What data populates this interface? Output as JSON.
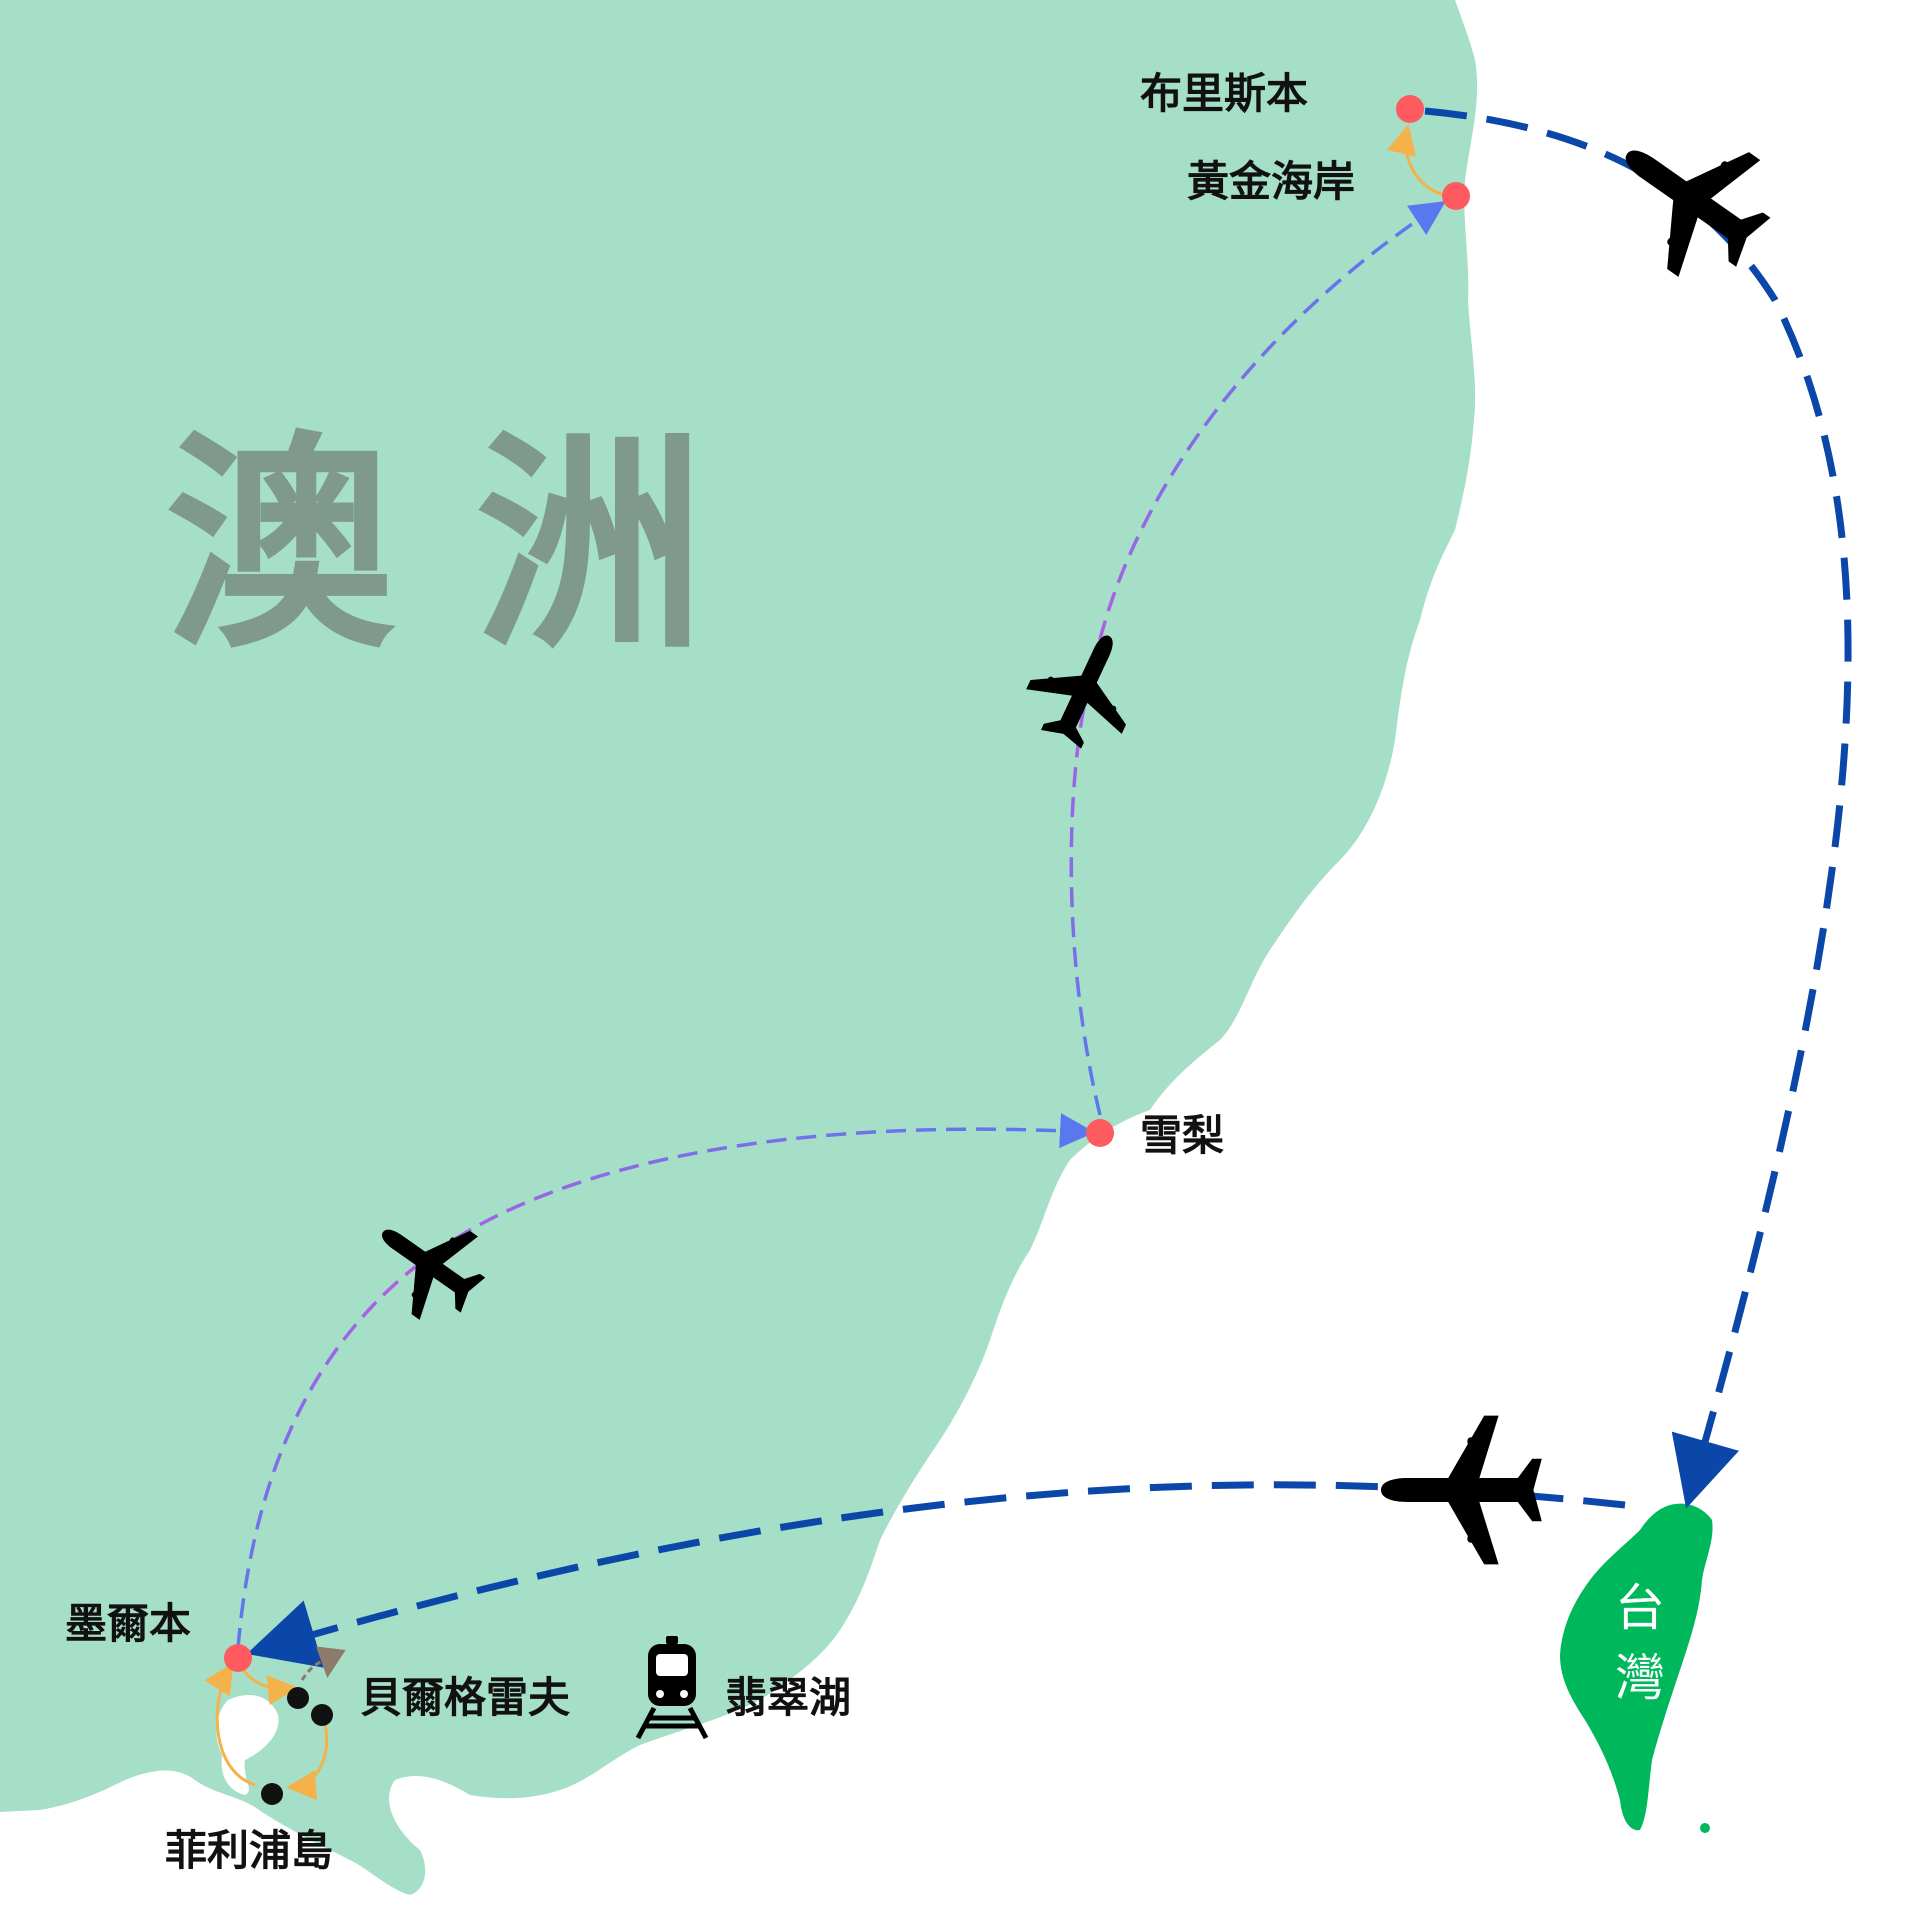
{
  "map": {
    "region_label": "澳 洲",
    "island_label_line1": "台",
    "island_label_line2": "灣",
    "colors": {
      "land": "#a6dfc8",
      "region_text": "#7f9a8c",
      "taiwan": "#00b85c",
      "major_route": "#0b47a8",
      "domestic_route_start": "#b060e0",
      "domestic_route_end": "#5a78ee",
      "local_route": "#f5b14a",
      "city_dot": "#ff5a5f",
      "stop_dot": "#111111"
    },
    "cities": {
      "brisbane": "布里斯本",
      "gold_coast": "黃金海岸",
      "sydney": "雪梨",
      "melbourne": "墨爾本",
      "belgrave": "貝爾格雷夫",
      "emerald_lake": "翡翠湖",
      "phillip_island": "菲利浦島"
    },
    "icons": [
      "airplane-icon",
      "train-icon"
    ]
  }
}
